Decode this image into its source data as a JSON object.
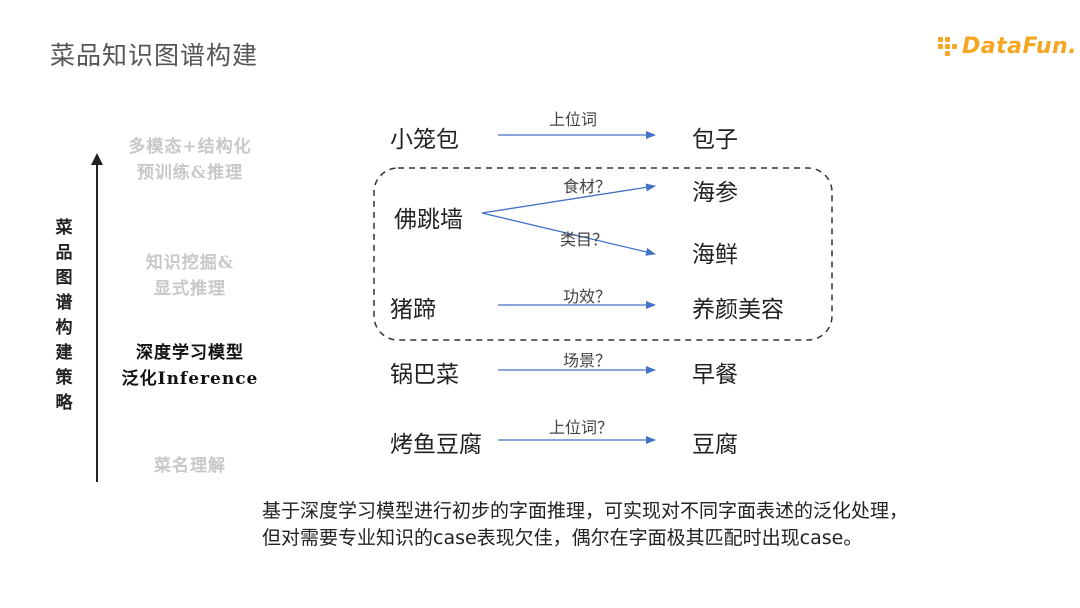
{
  "page": {
    "title": "菜品知识图谱构建",
    "logo_text": "DataFun."
  },
  "axis": {
    "label": [
      "菜",
      "品",
      "图",
      "谱",
      "构",
      "建",
      "策",
      "略"
    ]
  },
  "stages": [
    {
      "line1": "多模态+结构化",
      "line2": "预训练&推理",
      "state": "muted"
    },
    {
      "line1": "知识挖掘&",
      "line2": "显式推理",
      "state": "muted"
    },
    {
      "line1": "深度学习模型",
      "line2": "泛化Inference",
      "state": "active"
    },
    {
      "line1": "菜名理解",
      "line2": "",
      "state": "muted"
    }
  ],
  "graph": {
    "sources": [
      "小笼包",
      "佛跳墙",
      "猪蹄",
      "锅巴菜",
      "烤鱼豆腐"
    ],
    "targets": [
      "包子",
      "海参",
      "海鲜",
      "养颜美容",
      "早餐",
      "豆腐"
    ],
    "edges": [
      {
        "from": "小笼包",
        "to": "包子",
        "label": "上位词"
      },
      {
        "from": "佛跳墙",
        "to": "海参",
        "label": "食材？"
      },
      {
        "from": "佛跳墙",
        "to": "海鲜",
        "label": "类目？"
      },
      {
        "from": "猪蹄",
        "to": "养颜美容",
        "label": "功效？"
      },
      {
        "from": "锅巴菜",
        "to": "早餐",
        "label": "场景？"
      },
      {
        "from": "烤鱼豆腐",
        "to": "豆腐",
        "label": "上位词？"
      }
    ]
  },
  "note": {
    "line1": "基于深度学习模型进行初步的字面推理，可实现对不同字面表述的泛化处理，",
    "line2": "但对需要专业知识的case表现欠佳，偶尔在字面极其匹配时出现case。"
  },
  "colors": {
    "arrow": "#4472c4",
    "muted_text": "#c8c8c8",
    "logo": "#f5a623"
  }
}
